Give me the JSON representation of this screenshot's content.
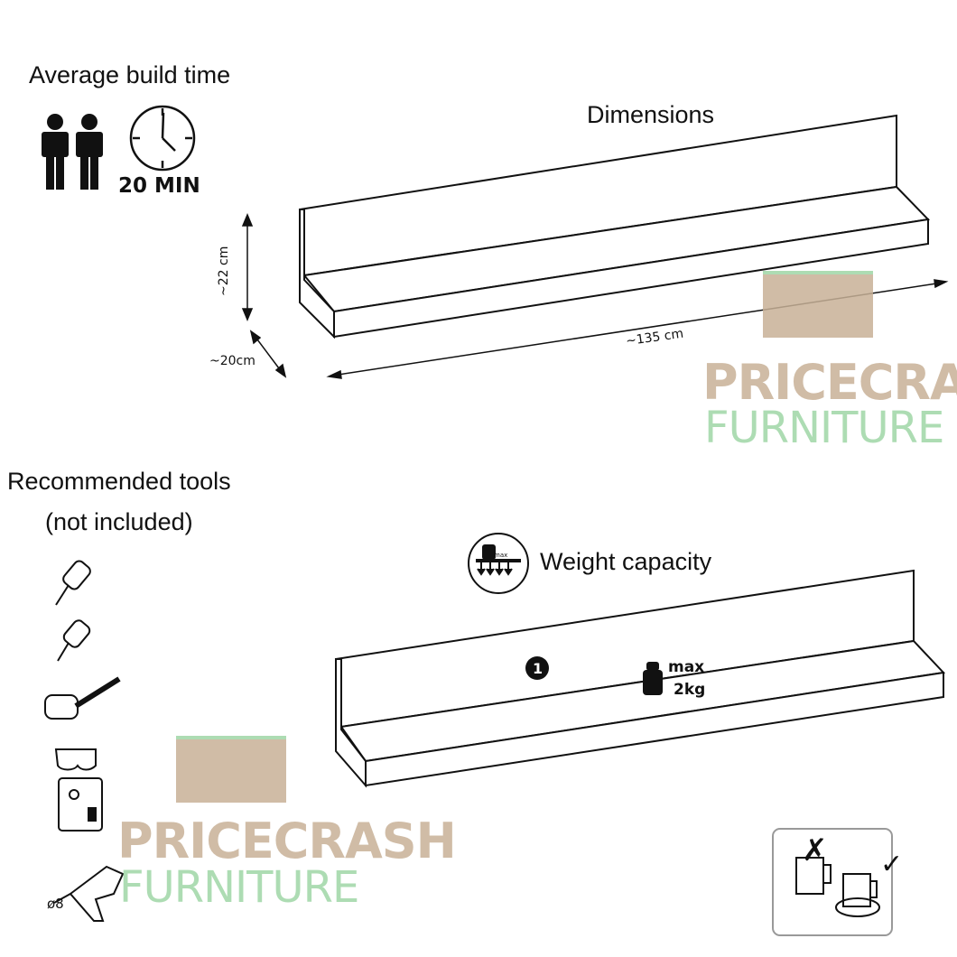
{
  "build_time": {
    "heading": "Average build time",
    "duration": "20 MIN",
    "people": 2
  },
  "dimensions": {
    "heading": "Dimensions",
    "height": "~22 cm",
    "depth": "~20cm",
    "width": "~135 cm"
  },
  "tools": {
    "heading_line1": "Recommended tools",
    "heading_line2": "(not included)",
    "items": [
      "screwdriver-flat",
      "screwdriver-phillips",
      "hammer",
      "safety-glasses",
      "spirit-level",
      "drill"
    ],
    "drill_bit": "ø8"
  },
  "weight": {
    "heading": "Weight capacity",
    "icon_label": "max",
    "step_number": "1",
    "max_label": "max",
    "max_value": "2kg"
  },
  "watermark": {
    "line1a": "PRICE",
    "line1b": "CRASH",
    "line2": "FURNITURE",
    "colors": {
      "tan": "#c8b197",
      "green": "#9fd6a6"
    }
  },
  "care": {
    "wrong": "✗",
    "right": "✓"
  }
}
